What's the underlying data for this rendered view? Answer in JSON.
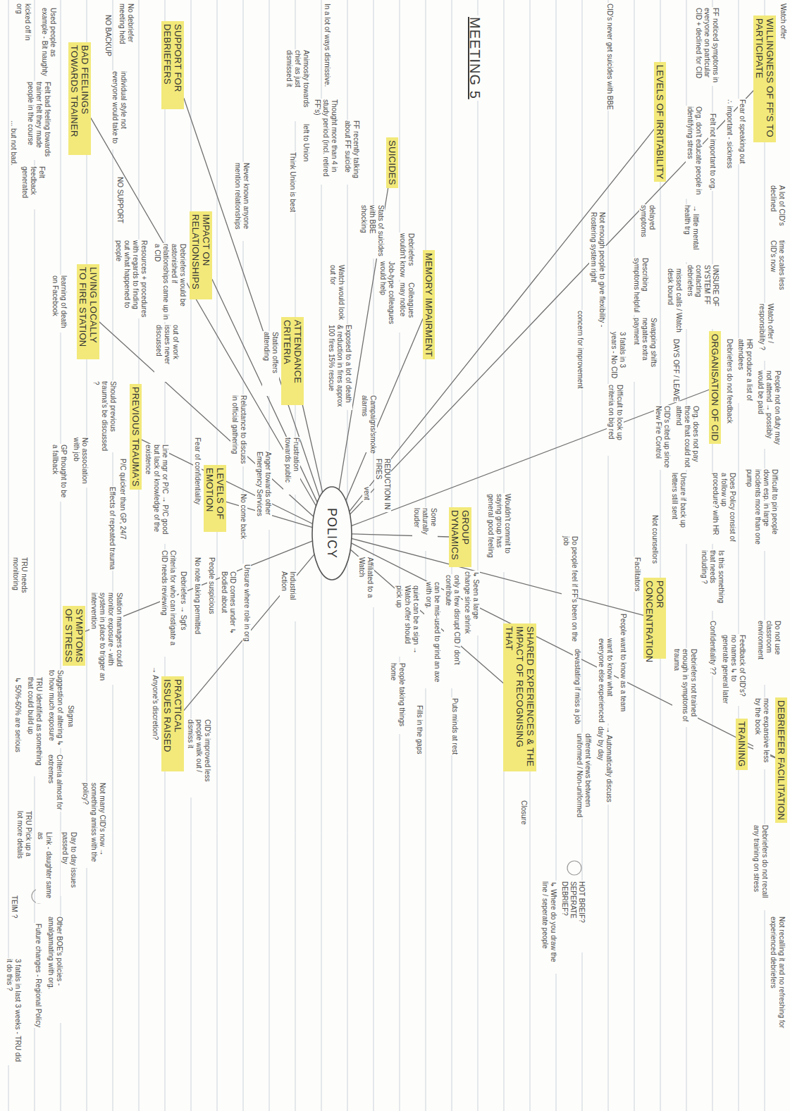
{
  "diagram": {
    "title": "MEETING 5",
    "nodes": [
      {
        "text": [
          "POLICY"
        ]
      },
      {
        "text": [
          "WILLINGNESS OF FF'S TO PARTICIPATE"
        ]
      },
      {
        "text": [
          "LEVELS OF IRRITABILITY"
        ]
      },
      {
        "text": [
          "SUICIDES"
        ]
      },
      {
        "text": [
          "ORGANISATION OF CID"
        ]
      },
      {
        "text": [
          "POOR CONCENTRATION"
        ]
      },
      {
        "text": [
          "DEBRIEFER FACILITATION"
        ]
      },
      {
        "text": [
          "TRAINING"
        ]
      },
      {
        "text": [
          "SHARED EXPERIENCES & THE IMPACT OF RECOGNISING THAT"
        ]
      },
      {
        "text": [
          "GROUP DYNAMICS"
        ]
      },
      {
        "text": [
          "MEMORY IMPAIRMENT"
        ]
      },
      {
        "text": [
          "ATTENDANCE CRITERIA"
        ]
      },
      {
        "text": [
          "IMPACT ON RELATIONSHIPS"
        ]
      },
      {
        "text": [
          "SUPPORT FOR DEBRIEFERS"
        ]
      },
      {
        "text": [
          "BAD FEELINGS TOWARDS TRAINER"
        ]
      },
      {
        "text": [
          "LIVING LOCALLY TO FIRE STATION"
        ]
      },
      {
        "text": [
          "PREVIOUS TRAUMA'S"
        ]
      },
      {
        "text": [
          "LEVELS OF EMOTION"
        ]
      },
      {
        "text": [
          "SYMPTOMS OF STRESS"
        ]
      },
      {
        "text": [
          "PRACTICAL ISSUES RAISED"
        ]
      }
    ],
    "edges": [
      {
        "from": 0,
        "to": 1,
        "arrow": "none"
      },
      {
        "from": 0,
        "to": 2,
        "arrow": "none"
      },
      {
        "from": 0,
        "to": 3,
        "arrow": "none"
      },
      {
        "from": 0,
        "to": 4,
        "arrow": "none"
      },
      {
        "from": 0,
        "to": 5,
        "arrow": "none"
      },
      {
        "from": 0,
        "to": 6,
        "arrow": "none"
      },
      {
        "from": 6,
        "to": 7,
        "arrow": "none"
      },
      {
        "from": 0,
        "to": 8,
        "arrow": "none"
      },
      {
        "from": 0,
        "to": 9,
        "arrow": "none"
      },
      {
        "from": 0,
        "to": 10,
        "arrow": "none"
      },
      {
        "from": 0,
        "to": 11,
        "arrow": "none"
      },
      {
        "from": 0,
        "to": 12,
        "arrow": "none"
      },
      {
        "from": 0,
        "to": 13,
        "arrow": "none"
      },
      {
        "from": 0,
        "to": 14,
        "arrow": "none"
      },
      {
        "from": 0,
        "to": 15,
        "arrow": "none"
      },
      {
        "from": 0,
        "to": 16,
        "arrow": "none"
      },
      {
        "from": 0,
        "to": 17,
        "arrow": "none"
      },
      {
        "from": 0,
        "to": 18,
        "arrow": "none"
      },
      {
        "from": 0,
        "to": 19,
        "arrow": "none"
      }
    ],
    "labels": [
      "Watch offer",
      "A lot of CID's declined",
      "Fear of speaking out",
      "∴ important - sickness",
      "time scales less CID's now",
      "Watch offer / responsibility ?",
      "People not on duty may not attend → possibly would be paid",
      "Difficult to pin people down esp. in large incidents more than one pump",
      "Do not use classroom environment",
      "more expansive less by the book",
      "Debriefers do not recall any training on stress",
      "Not recalling it and no refreshing for experienced debriefers",
      "Feedback of CID's? no names ↳ to generate general later",
      "Confidentiality ??",
      "Is this something that needs including ?",
      "Does Policy consist of a follow up procedure? with HR",
      "FF noticed symptoms in everyone on particular CID + declined for CID",
      "Felt not important to org.",
      "Org. don't educate people in identifying stress",
      "→ little mental health trg",
      "UNSURE OF SYSTEM FF contacting debriefers",
      "missed calls / Watch desk bound",
      "HR produce a list of attendees",
      "Debriefers do not feedback",
      "delayed symptoms",
      "Describing symptoms helpful",
      "Swapping shifts negates extra payment",
      "DAYS OFF / LEAVE",
      "3 fatals in 3 years - No CID",
      "Not enough people to give flexibility - Rostering system right",
      "concern for improvement",
      "Org. does not pay those that could not attend",
      "CID's cited up since New Fire Control",
      "Difficult to look up criteria on big red",
      "Unsure if back up letters still sent",
      "Not counsellors",
      "Facilitators",
      "Debriefers not trained enough in symptoms of trauma",
      "People want to know as a team",
      "want to know what everyone else experienced",
      "→ Automatically discuss day by day",
      "different views between uniformed / Non-uniformed",
      "devastating if miss a job",
      "HOT BREIF? SEPERATE DEBRIEF?",
      "↳ Where do you draw the line / seperate people",
      "Do people feel if FF's been on the job",
      "Closure",
      "Wouldn't commit to saying group has general good feeling",
      "↳ Seen a large change since shrink",
      "only a few disrupt CID / don't contribute",
      "can be mis-used to grind an axe with org.",
      "Some naturally louder",
      "quiet can be a sign → Watch offer should pick up",
      "vent",
      "Affiliated to a Watch",
      "Industrial Action",
      "Puts minds at rest",
      "Fills in the gaps",
      "People taking things home",
      "FF recently talking about FF suicide",
      "Stats of suicides with BBE shocking",
      "Thought more than 4 in study period (incl. retired FF's)",
      "Debriefers wouldn't know",
      "Colleagues may notice",
      "Job-type colleagues would help",
      "Campaigns/smoke alarms",
      "REDUCTION IN FIRES",
      "Exposed to a lot of death & reduction in fires approx 100 fires 15% rescue",
      "Watch would look out for",
      "Station offers attending",
      "Animosity towards chief as just dismissed it",
      "In a lot of ways dismissive.",
      "CID's never get suicides with BBE",
      "left to Union",
      "Think Union is best",
      "Frustration towards public",
      "Anger towards other Emergency Services",
      "No come back",
      "Reluctance to discuss in official gathering",
      "Fear of confidentiality",
      "Unsure where role in org",
      "CID comes under ↳ Bodied about",
      "People suspicious",
      "No note taking permitted",
      "Debriefers → Sgt's",
      "Never known anyone mention relationships",
      "Debriefers would be astonished if relationships came up in a CID",
      "out of work issues never discussed",
      "Resources + procedures with regards to finding out what happened to people",
      "NO BACKUP",
      "No debriefer meeting held",
      "NO SUPPORT",
      "learning of death on Facebook",
      "Should previous trauma's be discussed ?",
      "Line mgr or P/C → P/C good but lack of knowledge of the existence",
      "P/C quicker than GP, 24/7",
      "Effects of repeated trauma",
      "No association with job",
      "GP thought to be a fallback",
      "TRU needs monitoring",
      "TRU identified as something that could build up",
      "↳ 50%-60% are serious",
      "Station managers could monitor exposure - with system in place to trigger an intervention",
      "Suggestion of altering ↳ to how much exposure",
      "Stigma",
      "Criteria almost for extremes",
      "Day to day issues passed by",
      "Link - daughter same as",
      "TRU Pick up a lot more details",
      "TEIM ?",
      "3 fatals in last 3 weeks - TRU did it do this ?",
      "Other BOE's policies - amalgamating with org.",
      "Future changes - Regional Policy",
      "CID's improved less people walk out / dismiss it",
      "Criteria for who can instigate a CID needs reviewing",
      "→ Anyone's discretion?",
      "Not many CID's now → something amiss with the policy?",
      "... but not bad.",
      "kicked off in org",
      "Used people as example - Bit naughty",
      "Felt bad feeling towards trainer felt they made people in the course",
      "Felt feedback generated",
      "individual style not everyone would take to"
    ]
  }
}
